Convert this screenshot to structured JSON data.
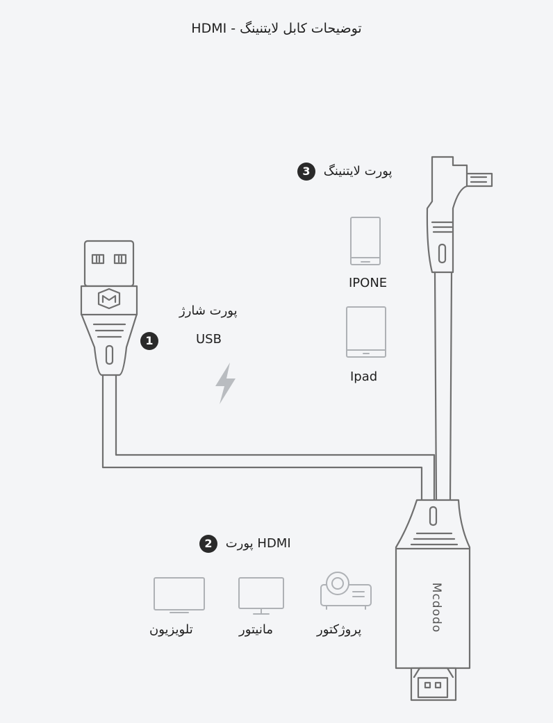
{
  "title": "توضیحات کابل لایتنینگ - HDMI",
  "ports": {
    "usb": {
      "number": "1",
      "label": "پورت شارژ",
      "sub": "USB"
    },
    "hdmi": {
      "number": "2",
      "label": "پورت HDMI"
    },
    "lightning": {
      "number": "3",
      "label": "پورت لایتنینگ"
    }
  },
  "devices": {
    "iphone": "IPONE",
    "ipad": "Ipad",
    "projector": "پروژکتور",
    "monitor": "مانیتور",
    "tv": "تلویزیون"
  },
  "brand": "Mcdodo",
  "colors": {
    "background": "#f4f5f7",
    "stroke": "#6f6f6f",
    "device": "#aeb1b5",
    "bolt": "#b9bcc0",
    "badge": "#2a2a2a"
  }
}
